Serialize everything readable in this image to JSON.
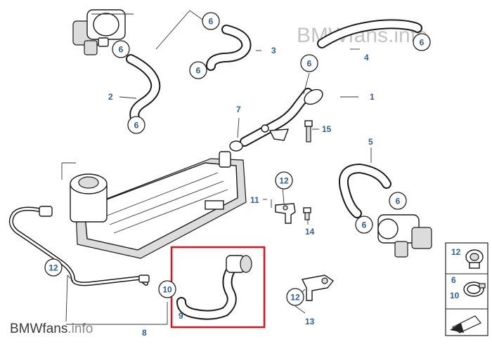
{
  "watermark_top": {
    "brand": "BMWfans",
    "suffix": ".info"
  },
  "watermark_bottom": {
    "brand": "BMWfans",
    "suffix": ".info"
  },
  "callouts": {
    "c1": "6",
    "c2": "6",
    "c3": "6",
    "c4": "6",
    "c5": "6",
    "c6": "6",
    "c7": "6",
    "c8": "6",
    "c9": "12",
    "c10": "12",
    "c11": "10",
    "c12": "12",
    "inset_a": "12",
    "inset_b": "6",
    "inset_c": "10"
  },
  "labels": {
    "l1": "1",
    "l2": "2",
    "l3": "3",
    "l4": "4",
    "l5": "5",
    "l7": "7",
    "l8": "8",
    "l9": "9",
    "l11": "11",
    "l13": "13",
    "l14": "14",
    "l15": "15"
  },
  "highlight": {
    "color": "#e0121e"
  },
  "accent_color": "#2a5f9e"
}
